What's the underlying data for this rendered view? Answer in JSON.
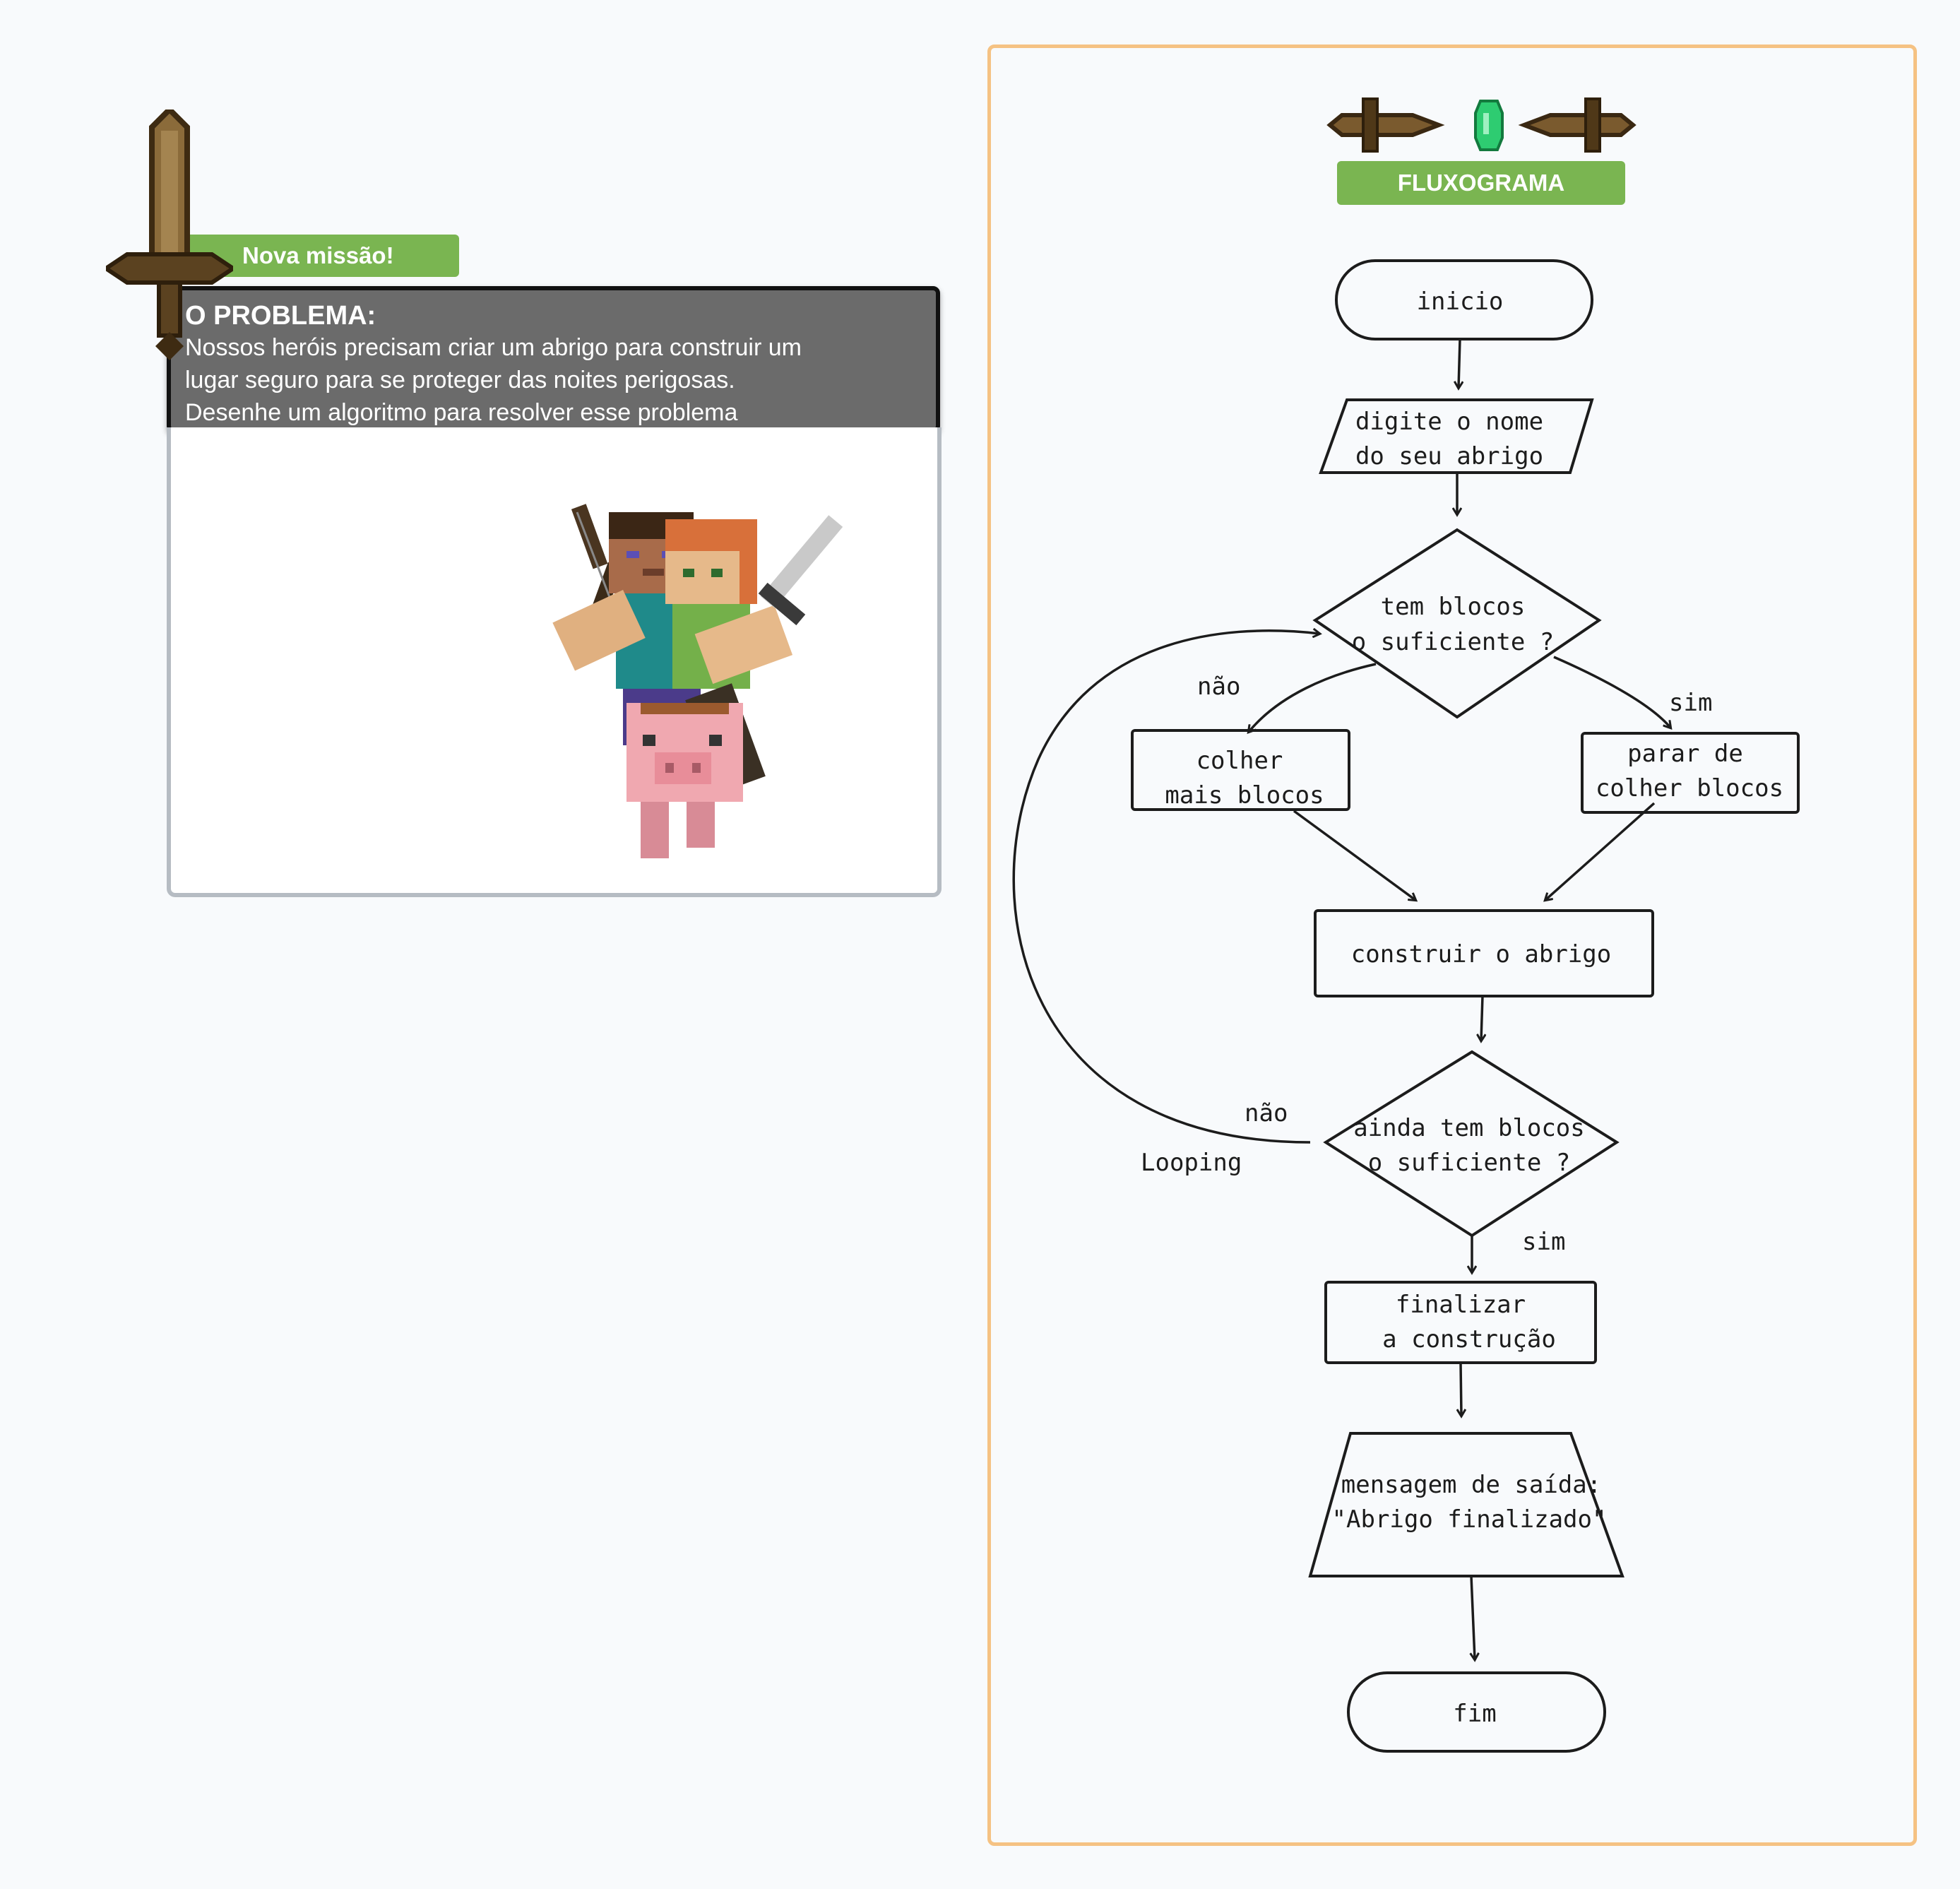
{
  "mission": {
    "tag": "Nova missão!",
    "title": "O PROBLEMA:",
    "lines": [
      "Nossos heróis precisam criar um abrigo para construir um",
      "lugar seguro para se proteger das noites perigosas.",
      "Desenhe um algoritmo para resolver esse problema"
    ]
  },
  "flowchart": {
    "header": "FLUXOGRAMA",
    "nodes": {
      "inicio": [
        "inicio"
      ],
      "input": [
        "digite  o  nome",
        "do  seu  abrigo"
      ],
      "decision1": [
        "tem  blocos",
        "o  suficiente   ?"
      ],
      "colher": [
        "colher",
        "mais  blocos"
      ],
      "parar": [
        "parar  de",
        "colher  blocos"
      ],
      "construir": [
        "construir   o  abrigo"
      ],
      "decision2": [
        "ainda  tem  blocos",
        "o  suficiente   ?"
      ],
      "finalizar": [
        "finalizar",
        "a  construção"
      ],
      "output": [
        "mensagem  de  saída:",
        "\"Abrigo  finalizado\""
      ],
      "fim": [
        "fim"
      ]
    },
    "edge_labels": {
      "nao1": "não",
      "sim1": "sim",
      "nao2": "não",
      "sim2": "sim",
      "loop": "Looping"
    }
  },
  "colors": {
    "green_tag": "#7ab551",
    "panel_border": "#f5c283",
    "problem_bg": "#6b6b6b",
    "emerald": "#2ecc71"
  },
  "icons": [
    "sword-icon",
    "emerald-icon",
    "minecraft-heroes-illustration"
  ]
}
